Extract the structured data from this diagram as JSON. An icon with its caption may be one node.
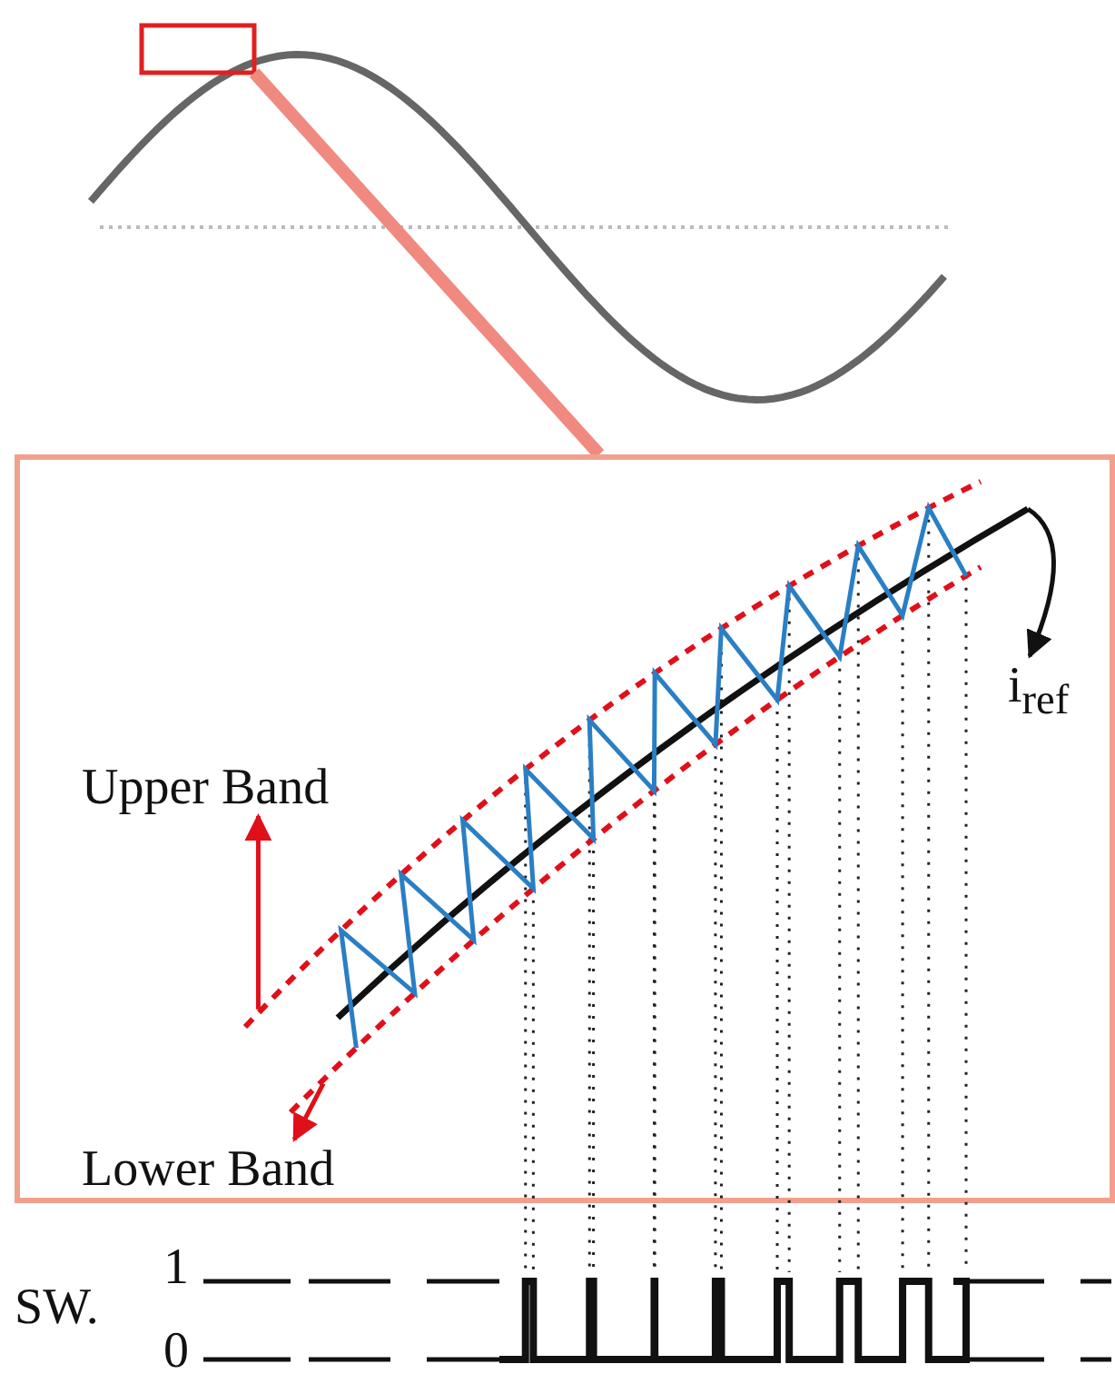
{
  "diagram": {
    "nodes": [
      {
        "text": [],
        "shape": "box"
      },
      {
        "text": [],
        "shape": "box"
      },
      {
        "text": [],
        "shape": "line",
        "in": 1
      },
      {
        "text": [],
        "shape": "line",
        "in": 1
      },
      {
        "text": [],
        "shape": "line",
        "in": 1
      },
      {
        "text": [
          "Upper Band"
        ],
        "in": 1
      },
      {
        "text": [
          "i$_{ref}$"
        ],
        "in": 1
      },
      {
        "text": [
          "Lower Band"
        ],
        "in": 1
      }
    ],
    "edges": [
      {
        "from": 0,
        "to": 1,
        "arrow": "none",
        "style": "thick",
        "color": "#f08a80"
      },
      {
        "from": 3,
        "to": 5,
        "arrow": "to",
        "color": "#e0101a"
      },
      {
        "from": 2,
        "to": 6,
        "arrow": "to",
        "color": "#111111"
      },
      {
        "from": 4,
        "to": 7,
        "arrow": "to",
        "color": "#e0101a"
      }
    ],
    "labels": [
      "SW.",
      "1",
      "0"
    ]
  }
}
